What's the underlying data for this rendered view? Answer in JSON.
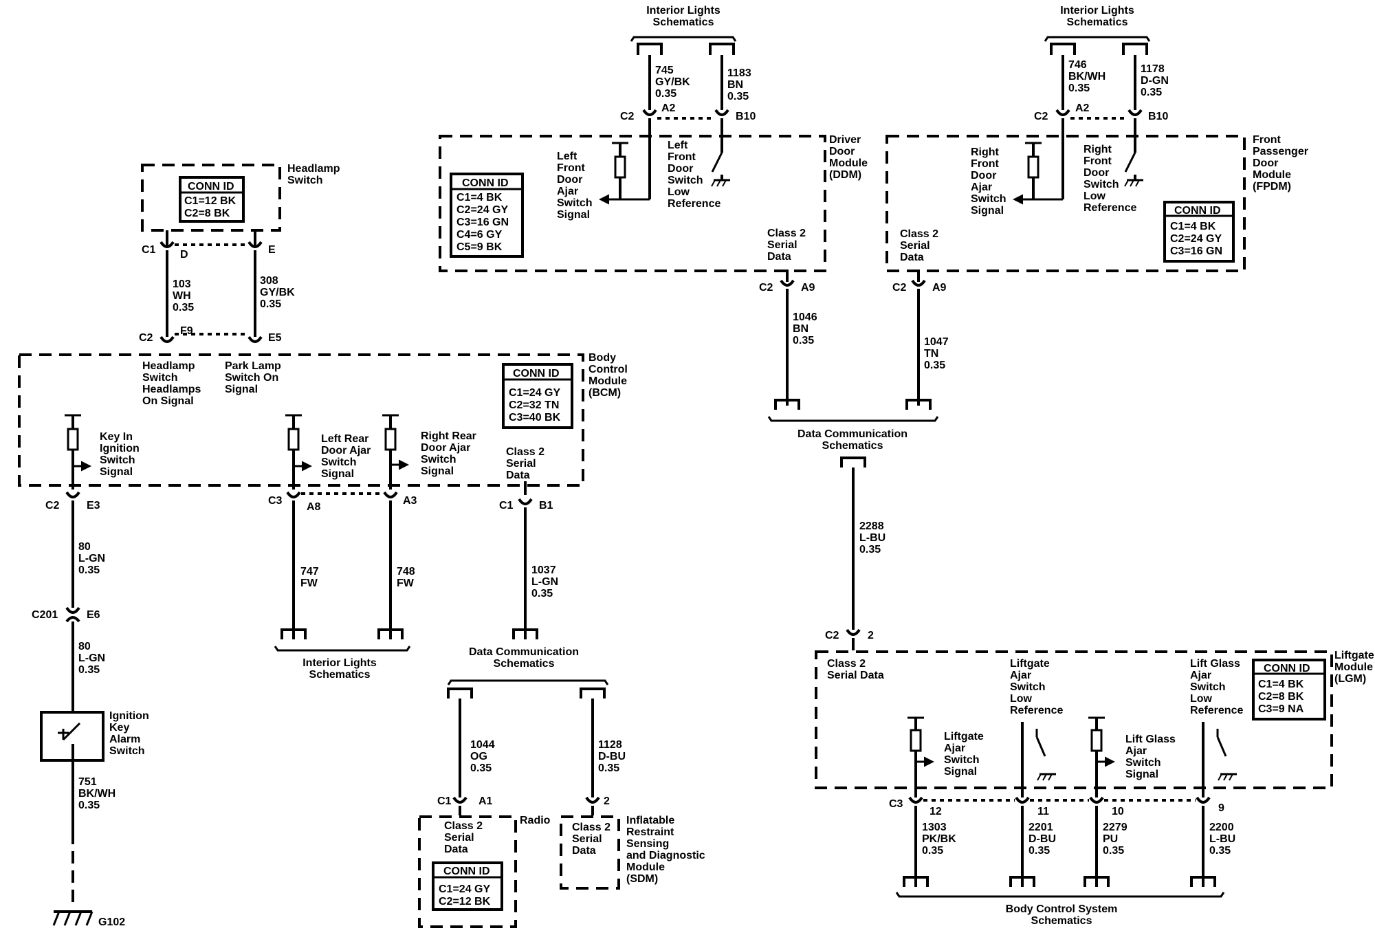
{
  "headlamp": {
    "title": [
      "Headlamp",
      "Switch"
    ],
    "conn_header": "CONN ID",
    "conn_rows": [
      "C1=12 BK",
      "C2=8 BK"
    ],
    "c1": "C1",
    "pin_d": "D",
    "pin_e": "E"
  },
  "bcm_top": {
    "w103": [
      "103",
      "WH",
      "0.35"
    ],
    "w308": [
      "308",
      "GY/BK",
      "0.35"
    ],
    "c2": "C2",
    "pin_f9": "F9",
    "pin_e5": "E5"
  },
  "bcm": {
    "title": [
      "Body",
      "Control",
      "Module",
      "(BCM)"
    ],
    "conn_header": "CONN ID",
    "conn_rows": [
      "C1=24 GY",
      "C2=32 TN",
      "C3=40 BK"
    ],
    "hl_signal": [
      "Headlamp",
      "Switch",
      "Headlamps",
      "On Signal"
    ],
    "park_signal": [
      "Park Lamp",
      "Switch On",
      "Signal"
    ],
    "keyin_signal": [
      "Key In",
      "Ignition",
      "Switch",
      "Signal"
    ],
    "lr_signal": [
      "Left Rear",
      "Door Ajar",
      "Switch",
      "Signal"
    ],
    "rr_signal": [
      "Right Rear",
      "Door Ajar",
      "Switch",
      "Signal"
    ],
    "class2": [
      "Class 2",
      "Serial",
      "Data"
    ]
  },
  "ignition": {
    "c2": "C2",
    "pin_e3": "E3",
    "w80a": [
      "80",
      "L-GN",
      "0.35"
    ],
    "c201": "C201",
    "pin_e6": "E6",
    "w80b": [
      "80",
      "L-GN",
      "0.35"
    ],
    "switch": [
      "Ignition",
      "Key",
      "Alarm",
      "Switch"
    ],
    "w751": [
      "751",
      "BK/WH",
      "0.35"
    ],
    "ground": "G102"
  },
  "rear_doors": {
    "c3": "C3",
    "pin_a8": "A8",
    "pin_a3": "A3",
    "w747": [
      "747",
      "FW"
    ],
    "w748": [
      "748",
      "FW"
    ],
    "dest": [
      "Interior Lights",
      "Schematics"
    ]
  },
  "bcm_data": {
    "c1": "C1",
    "pin_b1": "B1",
    "w1037": [
      "1037",
      "L-GN",
      "0.35"
    ],
    "dest": [
      "Data Communication",
      "Schematics"
    ],
    "w1044": [
      "1044",
      "OG",
      "0.35"
    ],
    "w1128": [
      "1128",
      "D-BU",
      "0.35"
    ],
    "c1_radio": "C1",
    "pin_a1": "A1",
    "pin_2": "2"
  },
  "radio": {
    "title": "Radio",
    "class2": [
      "Class 2",
      "Serial",
      "Data"
    ],
    "conn_header": "CONN ID",
    "conn_rows": [
      "C1=24 GY",
      "C2=12 BK"
    ]
  },
  "sdm": {
    "class2": [
      "Class 2",
      "Serial",
      "Data"
    ],
    "title": [
      "Inflatable",
      "Restraint",
      "Sensing",
      "and Diagnostic",
      "Module",
      "(SDM)"
    ]
  },
  "ddm": {
    "top_dest": [
      "Interior Lights",
      "Schematics"
    ],
    "w745": [
      "745",
      "GY/BK",
      "0.35"
    ],
    "w1183": [
      "1183",
      "BN",
      "0.35"
    ],
    "c2": "C2",
    "pin_a2": "A2",
    "pin_b10": "B10",
    "title": [
      "Driver",
      "Door",
      "Module",
      "(DDM)"
    ],
    "conn_header": "CONN ID",
    "conn_rows": [
      "C1=4 BK",
      "C2=24 GY",
      "C3=16 GN",
      "C4=6 GY",
      "C5=9 BK"
    ],
    "ajar_signal": [
      "Left",
      "Front",
      "Door",
      "Ajar",
      "Switch",
      "Signal"
    ],
    "low_ref": [
      "Left",
      "Front",
      "Door",
      "Switch",
      "Low",
      "Reference"
    ],
    "class2": [
      "Class 2",
      "Serial",
      "Data"
    ],
    "c2b": "C2",
    "pin_a9": "A9",
    "w1046": [
      "1046",
      "BN",
      "0.35"
    ]
  },
  "fpdm": {
    "top_dest": [
      "Interior Lights",
      "Schematics"
    ],
    "w746": [
      "746",
      "BK/WH",
      "0.35"
    ],
    "w1178": [
      "1178",
      "D-GN",
      "0.35"
    ],
    "c2": "C2",
    "pin_a2": "A2",
    "pin_b10": "B10",
    "title": [
      "Front",
      "Passenger",
      "Door",
      "Module",
      "(FPDM)"
    ],
    "conn_header": "CONN ID",
    "conn_rows": [
      "C1=4 BK",
      "C2=24 GY",
      "C3=16 GN"
    ],
    "ajar_signal": [
      "Right",
      "Front",
      "Door",
      "Ajar",
      "Switch",
      "Signal"
    ],
    "low_ref": [
      "Right",
      "Front",
      "Door",
      "Switch",
      "Low",
      "Reference"
    ],
    "class2": [
      "Class 2",
      "Serial",
      "Data"
    ],
    "c2b": "C2",
    "pin_a9": "A9",
    "w1047": [
      "1047",
      "TN",
      "0.35"
    ]
  },
  "datacomm": {
    "dest": [
      "Data Communication",
      "Schematics"
    ],
    "w2288": [
      "2288",
      "L-BU",
      "0.35"
    ],
    "c2": "C2",
    "pin_2": "2"
  },
  "lgm": {
    "title": [
      "Liftgate",
      "Module",
      "(LGM)"
    ],
    "class2": [
      "Class 2",
      "Serial Data"
    ],
    "conn_header": "CONN ID",
    "conn_rows": [
      "C1=4 BK",
      "C2=8 BK",
      "C3=9 NA"
    ],
    "lg_low_ref": [
      "Liftgate",
      "Ajar",
      "Switch",
      "Low",
      "Reference"
    ],
    "glass_low_ref": [
      "Lift Glass",
      "Ajar",
      "Switch",
      "Low",
      "Reference"
    ],
    "lg_signal": [
      "Liftgate",
      "Ajar",
      "Switch",
      "Signal"
    ],
    "glass_signal": [
      "Lift Glass",
      "Ajar",
      "Switch",
      "Signal"
    ],
    "c3": "C3",
    "pin_12": "12",
    "pin_11": "11",
    "pin_10": "10",
    "pin_9": "9",
    "w1303": [
      "1303",
      "PK/BK",
      "0.35"
    ],
    "w2201": [
      "2201",
      "D-BU",
      "0.35"
    ],
    "w2279": [
      "2279",
      "PU",
      "0.35"
    ],
    "w2200": [
      "2200",
      "L-BU",
      "0.35"
    ],
    "dest": [
      "Body Control System",
      "Schematics"
    ]
  }
}
